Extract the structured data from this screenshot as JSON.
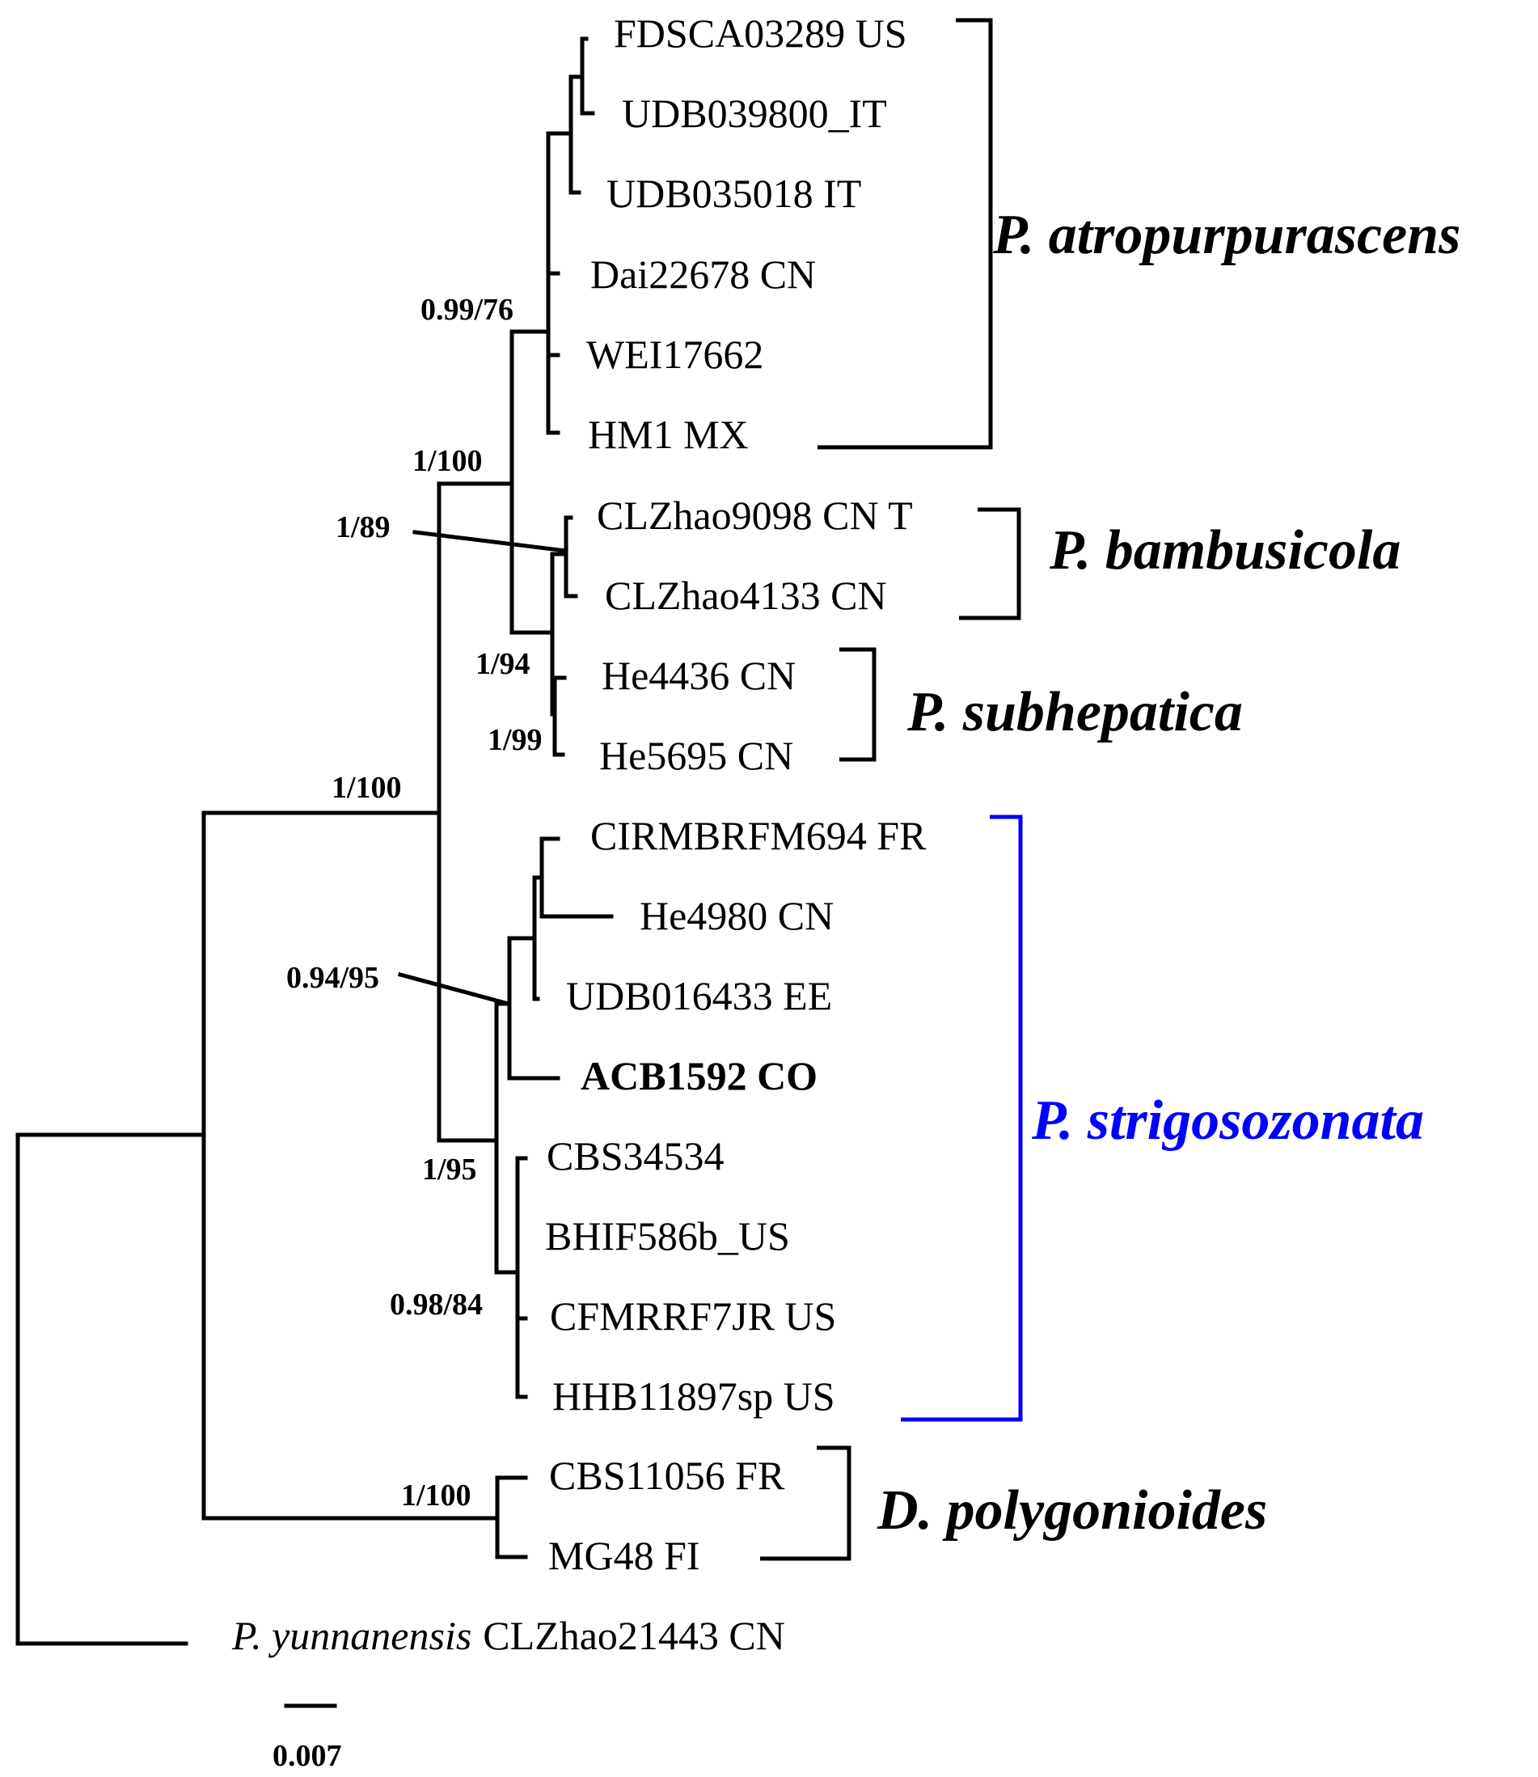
{
  "tips": [
    {
      "id": "t1",
      "text": "FDSCA03289 US"
    },
    {
      "id": "t2",
      "text": "UDB039800_IT"
    },
    {
      "id": "t3",
      "text": "UDB035018 IT"
    },
    {
      "id": "t4",
      "text": "Dai22678 CN"
    },
    {
      "id": "t5",
      "text": "WEI17662"
    },
    {
      "id": "t6",
      "text": "HM1 MX"
    },
    {
      "id": "t7",
      "text": "CLZhao9098 CN T"
    },
    {
      "id": "t8",
      "text": "CLZhao4133 CN"
    },
    {
      "id": "t9",
      "text": "He4436 CN"
    },
    {
      "id": "t10",
      "text": "He5695 CN"
    },
    {
      "id": "t11",
      "text": "CIRMBRFM694 FR"
    },
    {
      "id": "t12",
      "text": "He4980 CN"
    },
    {
      "id": "t13",
      "text": "UDB016433 EE"
    },
    {
      "id": "t14",
      "text": "ACB1592 CO",
      "bold": true
    },
    {
      "id": "t15",
      "text": "CBS34534"
    },
    {
      "id": "t16",
      "text": "BHIF586b_US"
    },
    {
      "id": "t17",
      "text": "CFMRRF7JR US"
    },
    {
      "id": "t18",
      "text": "HHB11897sp US"
    },
    {
      "id": "t19",
      "text": "CBS11056 FR"
    },
    {
      "id": "t20",
      "text": "MG48 FI"
    },
    {
      "id": "t21",
      "italic_prefix": "P. yunnanensis",
      "text": "CLZhao21443 CN"
    }
  ],
  "support_values": [
    {
      "id": "s1",
      "text": "0.99/76"
    },
    {
      "id": "s2",
      "text": "1/100"
    },
    {
      "id": "s3",
      "text": "1/89"
    },
    {
      "id": "s4",
      "text": "1/94"
    },
    {
      "id": "s5",
      "text": "1/99"
    },
    {
      "id": "s6",
      "text": "1/100"
    },
    {
      "id": "s7",
      "text": "0.94/95"
    },
    {
      "id": "s8",
      "text": "1/95"
    },
    {
      "id": "s9",
      "text": "0.98/84"
    },
    {
      "id": "s10",
      "text": "1/100"
    }
  ],
  "clades": [
    {
      "id": "c1",
      "name": "P. atropurpurascens",
      "color": "#000000"
    },
    {
      "id": "c2",
      "name": "P. bambusicola",
      "color": "#000000"
    },
    {
      "id": "c3",
      "name": "P. subhepatica",
      "color": "#000000"
    },
    {
      "id": "c4",
      "name": "P. strigosozonata",
      "color": "#0000ff"
    },
    {
      "id": "c5",
      "name": "D. polygonioides",
      "color": "#000000"
    }
  ],
  "scale_bar": {
    "label": "0.007"
  }
}
